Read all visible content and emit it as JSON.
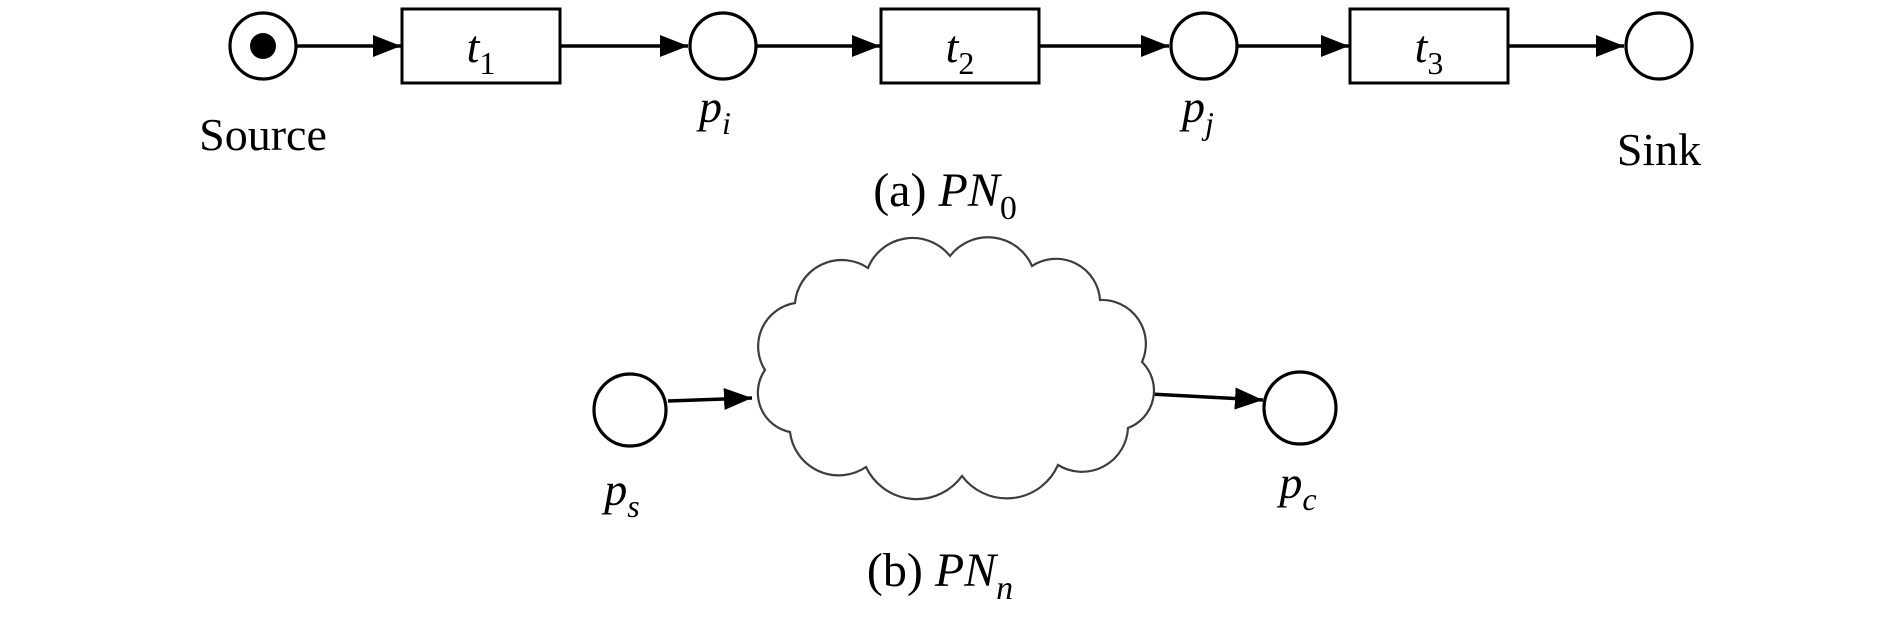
{
  "figure": {
    "colors": {
      "ink": "#000000",
      "background": "#ffffff",
      "cloud_outline": "#3d3d3d"
    },
    "part_a": {
      "source_label": "Source",
      "sink_label": "Sink",
      "transitions": [
        {
          "base": "t",
          "sub": "1"
        },
        {
          "base": "t",
          "sub": "2"
        },
        {
          "base": "t",
          "sub": "3"
        }
      ],
      "places": [
        {
          "base": "p",
          "sub": "i"
        },
        {
          "base": "p",
          "sub": "j"
        }
      ],
      "caption": {
        "prefix": "(a) ",
        "base": "PN",
        "sub": "0"
      }
    },
    "part_b": {
      "place_in": {
        "base": "p",
        "sub": "s"
      },
      "place_out": {
        "base": "p",
        "sub": "c"
      },
      "caption": {
        "prefix": "(b) ",
        "base": "PN",
        "sub": "n"
      }
    }
  }
}
